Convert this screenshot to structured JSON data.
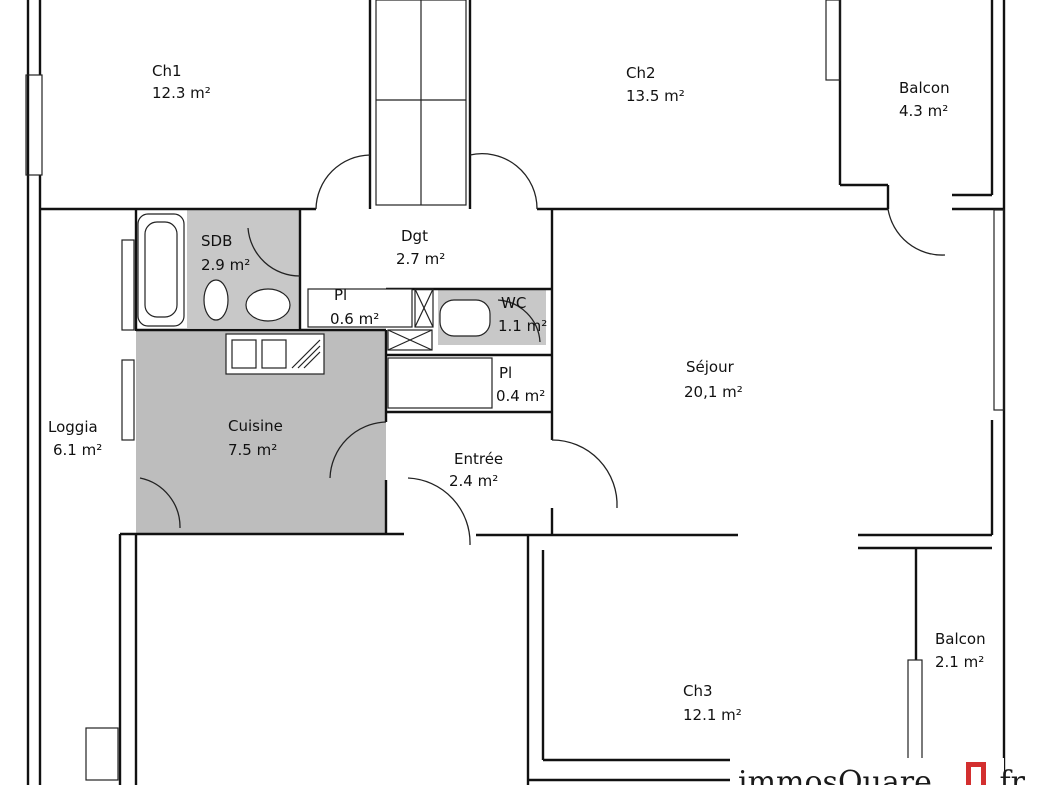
{
  "rooms": [
    {
      "id": "ch1",
      "name": "Ch1",
      "area": "12.3 m²"
    },
    {
      "id": "ch2",
      "name": "Ch2",
      "area": "13.5 m²"
    },
    {
      "id": "balcon-top",
      "name": "Balcon",
      "area": "4.3 m²"
    },
    {
      "id": "sdb",
      "name": "SDB",
      "area": "2.9 m²"
    },
    {
      "id": "dgt",
      "name": "Dgt",
      "area": "2.7 m²"
    },
    {
      "id": "pl1",
      "name": "Pl",
      "area": "0.6 m²"
    },
    {
      "id": "wc",
      "name": "WC",
      "area": "1.1 m²"
    },
    {
      "id": "pl2",
      "name": "Pl",
      "area": "0.4 m²"
    },
    {
      "id": "sejour",
      "name": "Séjour",
      "area": "20,1 m²"
    },
    {
      "id": "loggia",
      "name": "Loggia",
      "area": "6.1 m²"
    },
    {
      "id": "cuisine",
      "name": "Cuisine",
      "area": "7.5 m²"
    },
    {
      "id": "entree",
      "name": "Entrée",
      "area": "2.4 m²"
    },
    {
      "id": "ch3",
      "name": "Ch3",
      "area": "12.1 m²"
    },
    {
      "id": "balcon-bottom",
      "name": "Balcon",
      "area": "2.1 m²"
    }
  ],
  "watermark": {
    "text": "immosQuare",
    "suffix": ".fr",
    "accent": "#d32f2f"
  },
  "colors": {
    "wall": "#111111",
    "kitchen_fill": "#bdbdbd",
    "wet_fill": "#c8c8c8"
  }
}
